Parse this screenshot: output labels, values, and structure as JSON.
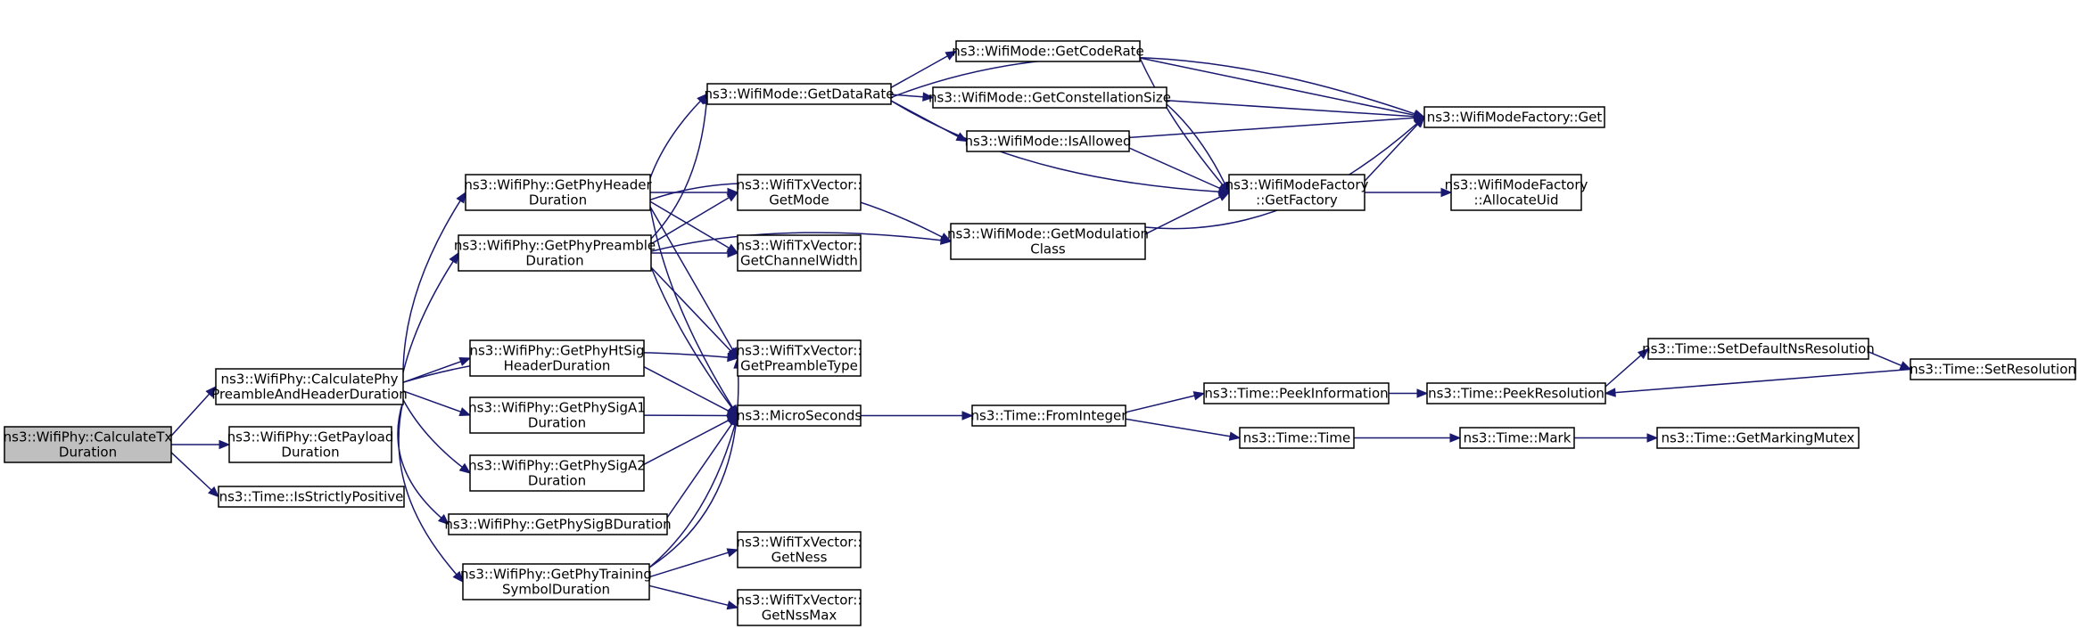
{
  "graph": {
    "root": "calc_tx",
    "nodes": [
      {
        "id": "calc_tx",
        "label": [
          "ns3::WifiPhy::CalculateTx",
          "Duration"
        ],
        "current": true
      },
      {
        "id": "calc_pre",
        "label": [
          "ns3::WifiPhy::CalculatePhy",
          "PreambleAndHeaderDuration"
        ]
      },
      {
        "id": "get_payload",
        "label": [
          "ns3::WifiPhy::GetPayload",
          "Duration"
        ]
      },
      {
        "id": "is_pos",
        "label": [
          "ns3::Time::IsStrictlyPositive"
        ]
      },
      {
        "id": "phy_header",
        "label": [
          "ns3::WifiPhy::GetPhyHeader",
          "Duration"
        ]
      },
      {
        "id": "phy_preamble",
        "label": [
          "ns3::WifiPhy::GetPhyPreamble",
          "Duration"
        ]
      },
      {
        "id": "htsig",
        "label": [
          "ns3::WifiPhy::GetPhyHtSig",
          "HeaderDuration"
        ]
      },
      {
        "id": "siga1",
        "label": [
          "ns3::WifiPhy::GetPhySigA1",
          "Duration"
        ]
      },
      {
        "id": "siga2",
        "label": [
          "ns3::WifiPhy::GetPhySigA2",
          "Duration"
        ]
      },
      {
        "id": "sigb",
        "label": [
          "ns3::WifiPhy::GetPhySigBDuration"
        ]
      },
      {
        "id": "training",
        "label": [
          "ns3::WifiPhy::GetPhyTraining",
          "SymbolDuration"
        ]
      },
      {
        "id": "get_data_rate",
        "label": [
          "ns3::WifiMode::GetDataRate"
        ]
      },
      {
        "id": "getmode",
        "label": [
          "ns3::WifiTxVector::",
          "GetMode"
        ]
      },
      {
        "id": "chwidth",
        "label": [
          "ns3::WifiTxVector::",
          "GetChannelWidth"
        ]
      },
      {
        "id": "preamble_type",
        "label": [
          "ns3::WifiTxVector::",
          "GetPreambleType"
        ]
      },
      {
        "id": "microseconds",
        "label": [
          "ns3::MicroSeconds"
        ]
      },
      {
        "id": "ness",
        "label": [
          "ns3::WifiTxVector::",
          "GetNess"
        ]
      },
      {
        "id": "nssmax",
        "label": [
          "ns3::WifiTxVector::",
          "GetNssMax"
        ]
      },
      {
        "id": "code_rate",
        "label": [
          "ns3::WifiMode::GetCodeRate"
        ]
      },
      {
        "id": "const_size",
        "label": [
          "ns3::WifiMode::GetConstellationSize"
        ]
      },
      {
        "id": "is_allowed",
        "label": [
          "ns3::WifiMode::IsAllowed"
        ]
      },
      {
        "id": "mod_class",
        "label": [
          "ns3::WifiMode::GetModulation",
          "Class"
        ]
      },
      {
        "id": "from_integer",
        "label": [
          "ns3::Time::FromInteger"
        ]
      },
      {
        "id": "factory_get",
        "label": [
          "ns3::WifiModeFactory::Get"
        ]
      },
      {
        "id": "get_factory",
        "label": [
          "ns3::WifiModeFactory",
          "::GetFactory"
        ]
      },
      {
        "id": "alloc_uid",
        "label": [
          "ns3::WifiModeFactory",
          "::AllocateUid"
        ]
      },
      {
        "id": "peek_info",
        "label": [
          "ns3::Time::PeekInformation"
        ]
      },
      {
        "id": "time_time",
        "label": [
          "ns3::Time::Time"
        ]
      },
      {
        "id": "peek_res",
        "label": [
          "ns3::Time::PeekResolution"
        ]
      },
      {
        "id": "mark",
        "label": [
          "ns3::Time::Mark"
        ]
      },
      {
        "id": "set_default_ns",
        "label": [
          "ns3::Time::SetDefaultNsResolution"
        ]
      },
      {
        "id": "set_res",
        "label": [
          "ns3::Time::SetResolution"
        ]
      },
      {
        "id": "marking_mutex",
        "label": [
          "ns3::Time::GetMarkingMutex"
        ]
      }
    ],
    "edges": [
      [
        "calc_tx",
        "calc_pre"
      ],
      [
        "calc_tx",
        "get_payload"
      ],
      [
        "calc_tx",
        "is_pos"
      ],
      [
        "calc_pre",
        "phy_header"
      ],
      [
        "calc_pre",
        "phy_preamble"
      ],
      [
        "calc_pre",
        "preamble_type"
      ],
      [
        "calc_pre",
        "htsig"
      ],
      [
        "calc_pre",
        "siga1"
      ],
      [
        "calc_pre",
        "siga2"
      ],
      [
        "calc_pre",
        "sigb"
      ],
      [
        "calc_pre",
        "training"
      ],
      [
        "phy_header",
        "get_data_rate"
      ],
      [
        "phy_header",
        "getmode"
      ],
      [
        "phy_header",
        "chwidth"
      ],
      [
        "phy_header",
        "preamble_type"
      ],
      [
        "phy_header",
        "microseconds"
      ],
      [
        "phy_header",
        "mod_class"
      ],
      [
        "phy_preamble",
        "get_data_rate"
      ],
      [
        "phy_preamble",
        "getmode"
      ],
      [
        "phy_preamble",
        "chwidth"
      ],
      [
        "phy_preamble",
        "preamble_type"
      ],
      [
        "phy_preamble",
        "microseconds"
      ],
      [
        "phy_preamble",
        "mod_class"
      ],
      [
        "htsig",
        "microseconds"
      ],
      [
        "siga1",
        "microseconds"
      ],
      [
        "siga2",
        "microseconds"
      ],
      [
        "sigb",
        "microseconds"
      ],
      [
        "training",
        "ness"
      ],
      [
        "training",
        "nssmax"
      ],
      [
        "training",
        "microseconds"
      ],
      [
        "training",
        "preamble_type"
      ],
      [
        "get_data_rate",
        "code_rate"
      ],
      [
        "get_data_rate",
        "const_size"
      ],
      [
        "get_data_rate",
        "is_allowed"
      ],
      [
        "get_data_rate",
        "factory_get"
      ],
      [
        "get_data_rate",
        "get_factory"
      ],
      [
        "code_rate",
        "factory_get"
      ],
      [
        "code_rate",
        "get_factory"
      ],
      [
        "const_size",
        "factory_get"
      ],
      [
        "const_size",
        "get_factory"
      ],
      [
        "is_allowed",
        "factory_get"
      ],
      [
        "is_allowed",
        "get_factory"
      ],
      [
        "mod_class",
        "get_factory"
      ],
      [
        "mod_class",
        "factory_get"
      ],
      [
        "get_factory",
        "factory_get"
      ],
      [
        "get_factory",
        "alloc_uid"
      ],
      [
        "microseconds",
        "from_integer"
      ],
      [
        "from_integer",
        "peek_info"
      ],
      [
        "from_integer",
        "time_time"
      ],
      [
        "peek_info",
        "peek_res"
      ],
      [
        "peek_res",
        "set_default_ns"
      ],
      [
        "set_default_ns",
        "set_res"
      ],
      [
        "set_res",
        "peek_res"
      ],
      [
        "time_time",
        "mark"
      ],
      [
        "mark",
        "marking_mutex"
      ]
    ]
  }
}
